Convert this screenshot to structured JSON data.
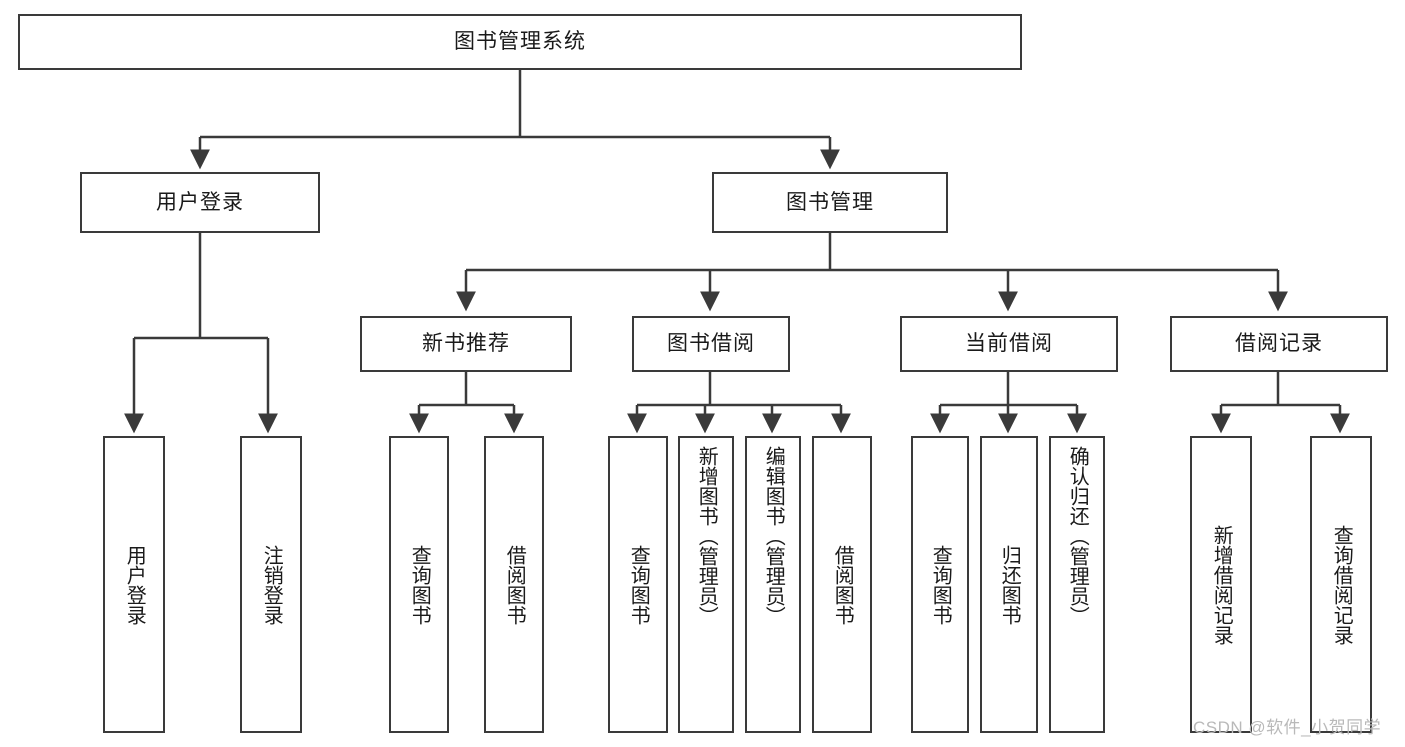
{
  "diagram": {
    "title": "图书管理系统",
    "type": "tree",
    "background_color": "#ffffff",
    "border_color": "#3a3a3a",
    "text_color": "#1a1a1a"
  },
  "nodes": {
    "root": {
      "label": "图书管理系统"
    },
    "level1": [
      {
        "id": "user-login",
        "label": "用户登录"
      },
      {
        "id": "book-manage",
        "label": "图书管理"
      }
    ],
    "level2": [
      {
        "id": "new-book-recommend",
        "label": "新书推荐"
      },
      {
        "id": "book-borrow",
        "label": "图书借阅"
      },
      {
        "id": "current-borrow",
        "label": "当前借阅"
      },
      {
        "id": "borrow-record",
        "label": "借阅记录"
      }
    ],
    "leaves": {
      "user_login": [
        {
          "id": "leaf-user-login",
          "label": "用户登录"
        },
        {
          "id": "leaf-logout",
          "label": "注销登录"
        }
      ],
      "new_book_recommend": [
        {
          "id": "leaf-query-book-1",
          "label": "查询图书"
        },
        {
          "id": "leaf-borrow-book-1",
          "label": "借阅图书"
        }
      ],
      "book_borrow": [
        {
          "id": "leaf-query-book-2",
          "label": "查询图书"
        },
        {
          "id": "leaf-add-book",
          "label": "新增图书（管理员）"
        },
        {
          "id": "leaf-edit-book",
          "label": "编辑图书（管理员）"
        },
        {
          "id": "leaf-borrow-book-2",
          "label": "借阅图书"
        }
      ],
      "current_borrow": [
        {
          "id": "leaf-query-book-3",
          "label": "查询图书"
        },
        {
          "id": "leaf-return-book",
          "label": "归还图书"
        },
        {
          "id": "leaf-confirm-return",
          "label": "确认归还（管理员）"
        }
      ],
      "borrow_record": [
        {
          "id": "leaf-add-record",
          "label": "新增借阅记录"
        },
        {
          "id": "leaf-query-record",
          "label": "查询借阅记录"
        }
      ]
    }
  },
  "watermark": {
    "text": "CSDN @软件_小贺同学"
  }
}
